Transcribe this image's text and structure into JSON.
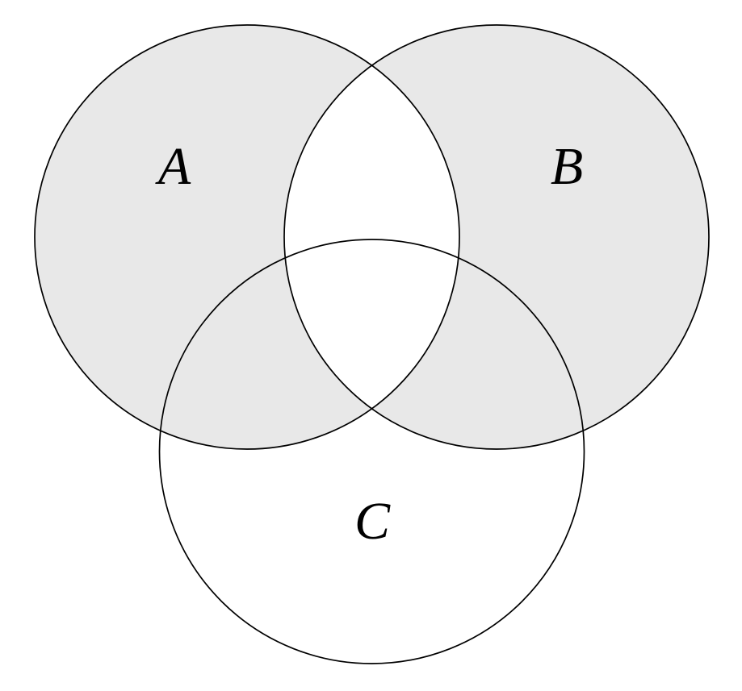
{
  "diagram": {
    "type": "venn-diagram",
    "sets": [
      {
        "label": "A",
        "shaded": true
      },
      {
        "label": "B",
        "shaded": true
      },
      {
        "label": "C",
        "shaded": false
      }
    ],
    "shaded_region": "symmetric difference A △ B = (A ∪ B) ∖ (A ∩ B); the A∩B lens, the triple overlap, and C outside A△B are white",
    "colors": {
      "shaded_fill": "#e8e8e8",
      "stroke": "#000000",
      "background": "#ffffff"
    }
  }
}
